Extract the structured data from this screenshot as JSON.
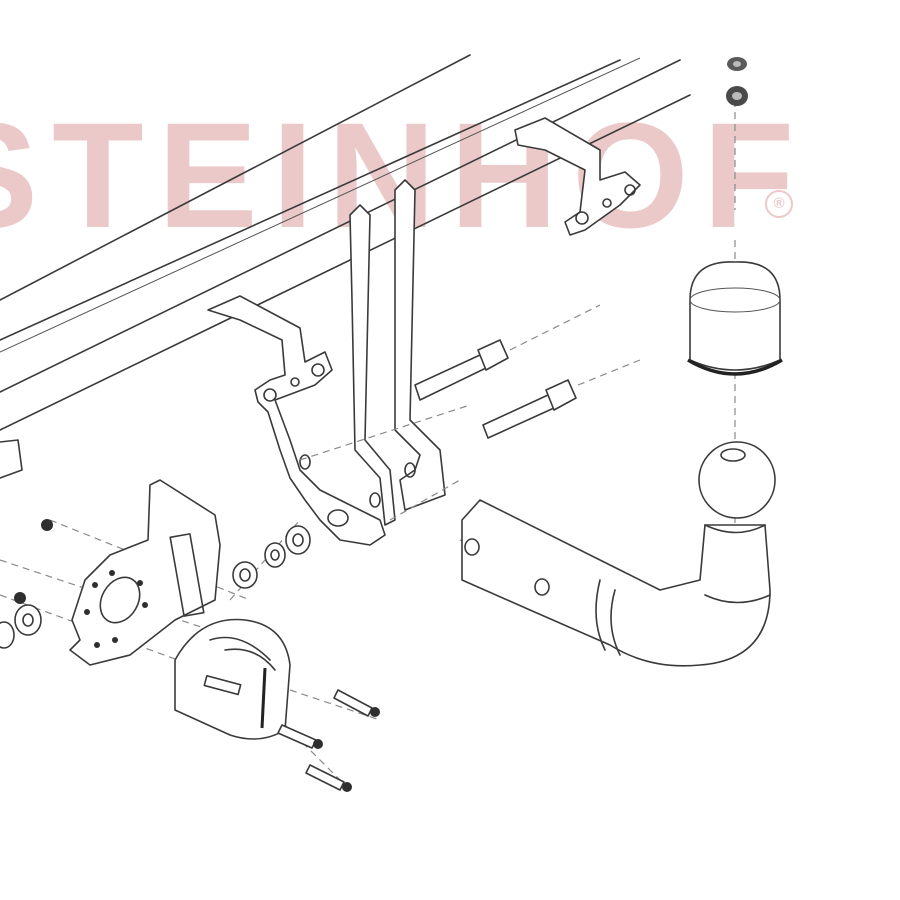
{
  "diagram": {
    "title": "Towbar exploded assembly drawing",
    "watermark": {
      "text": "STEINHOF",
      "visible_text": "TEINHOF",
      "registered_mark": "®",
      "color": "#ecc9c9"
    },
    "line_color": "#3a3a3a",
    "background": "#ffffff",
    "components": [
      {
        "id": "crossbar",
        "label": "Main cross beam"
      },
      {
        "id": "left-side-bracket",
        "label": "Left mounting bracket"
      },
      {
        "id": "right-side-bracket",
        "label": "Right mounting bracket"
      },
      {
        "id": "hanger-arms",
        "label": "Vertical hanger arms"
      },
      {
        "id": "bolts",
        "label": "Hex bolts",
        "count": 2
      },
      {
        "id": "nuts-top",
        "label": "Nuts (top)",
        "count": 2
      },
      {
        "id": "ball-cover",
        "label": "Tow ball protective cap"
      },
      {
        "id": "tow-ball-neck",
        "label": "Tow ball neck"
      },
      {
        "id": "socket-plate",
        "label": "Electrical socket mounting plate"
      },
      {
        "id": "electrical-socket",
        "label": "13-pin electrical socket"
      },
      {
        "id": "socket-screws",
        "label": "Socket screws",
        "count": 3
      },
      {
        "id": "washers-nuts",
        "label": "Washers and nuts"
      }
    ]
  }
}
